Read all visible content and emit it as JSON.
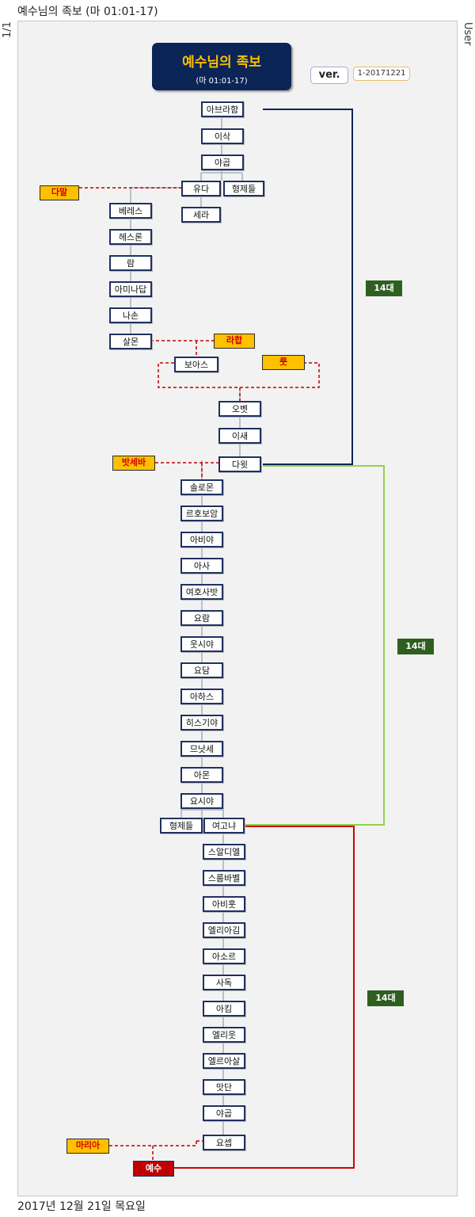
{
  "header": {
    "title": "예수님의 족보 (마 01:01-17)",
    "page": "1/1",
    "user": "User"
  },
  "footer": {
    "date": "2017년 12월 21일 목요일"
  },
  "title_box": {
    "main": "예수님의 족보",
    "ref": "(마 01:01-17)"
  },
  "version": {
    "label": "ver.",
    "code": "1-20171221"
  },
  "colors": {
    "navy": "#0b2557",
    "green_line": "#92d050",
    "red_line": "#d40000",
    "woman_fill": "#ffc000",
    "woman_text": "#d10000",
    "gen_fill": "#2f5f20"
  },
  "people": {
    "abraham": "아브라함",
    "isaac": "이삭",
    "jacob": "야곱",
    "judah": "유다",
    "brothers1": "형제들",
    "zerah": "세라",
    "perez": "베레스",
    "hezron": "헤스론",
    "ram": "람",
    "amminadab": "아미나답",
    "nahshon": "나손",
    "salmon": "살몬",
    "boaz": "보아스",
    "obed": "오벳",
    "jesse": "이새",
    "david": "다윗",
    "solomon": "솔로몬",
    "rehoboam": "르호보암",
    "abijah": "아비야",
    "asa": "아사",
    "jehoshaphat": "여호사밧",
    "joram": "요람",
    "uzziah": "웃시야",
    "jotham": "요담",
    "ahaz": "아하스",
    "hezekiah": "히스기야",
    "manasseh": "므낫세",
    "amon": "아몬",
    "josiah": "요시야",
    "brothers2": "형제들",
    "jeconiah": "여고냐",
    "shealtiel": "스알디엘",
    "zerubbabel": "스룹바벨",
    "abiud": "아비훗",
    "eliakim": "엘리아김",
    "azor": "아소르",
    "zadok": "사독",
    "achim": "아킴",
    "eliud": "엘리웃",
    "eleazar": "엘르아살",
    "matthan": "맛단",
    "jacob2": "야곱",
    "joseph": "요셉",
    "jesus": "예수"
  },
  "women": {
    "tamar": "다말",
    "rahab": "라합",
    "ruth": "룻",
    "bathsheba": "밧세바",
    "mary": "마리아"
  },
  "generations": {
    "g1": "14대",
    "g2": "14대",
    "g3": "14대"
  }
}
